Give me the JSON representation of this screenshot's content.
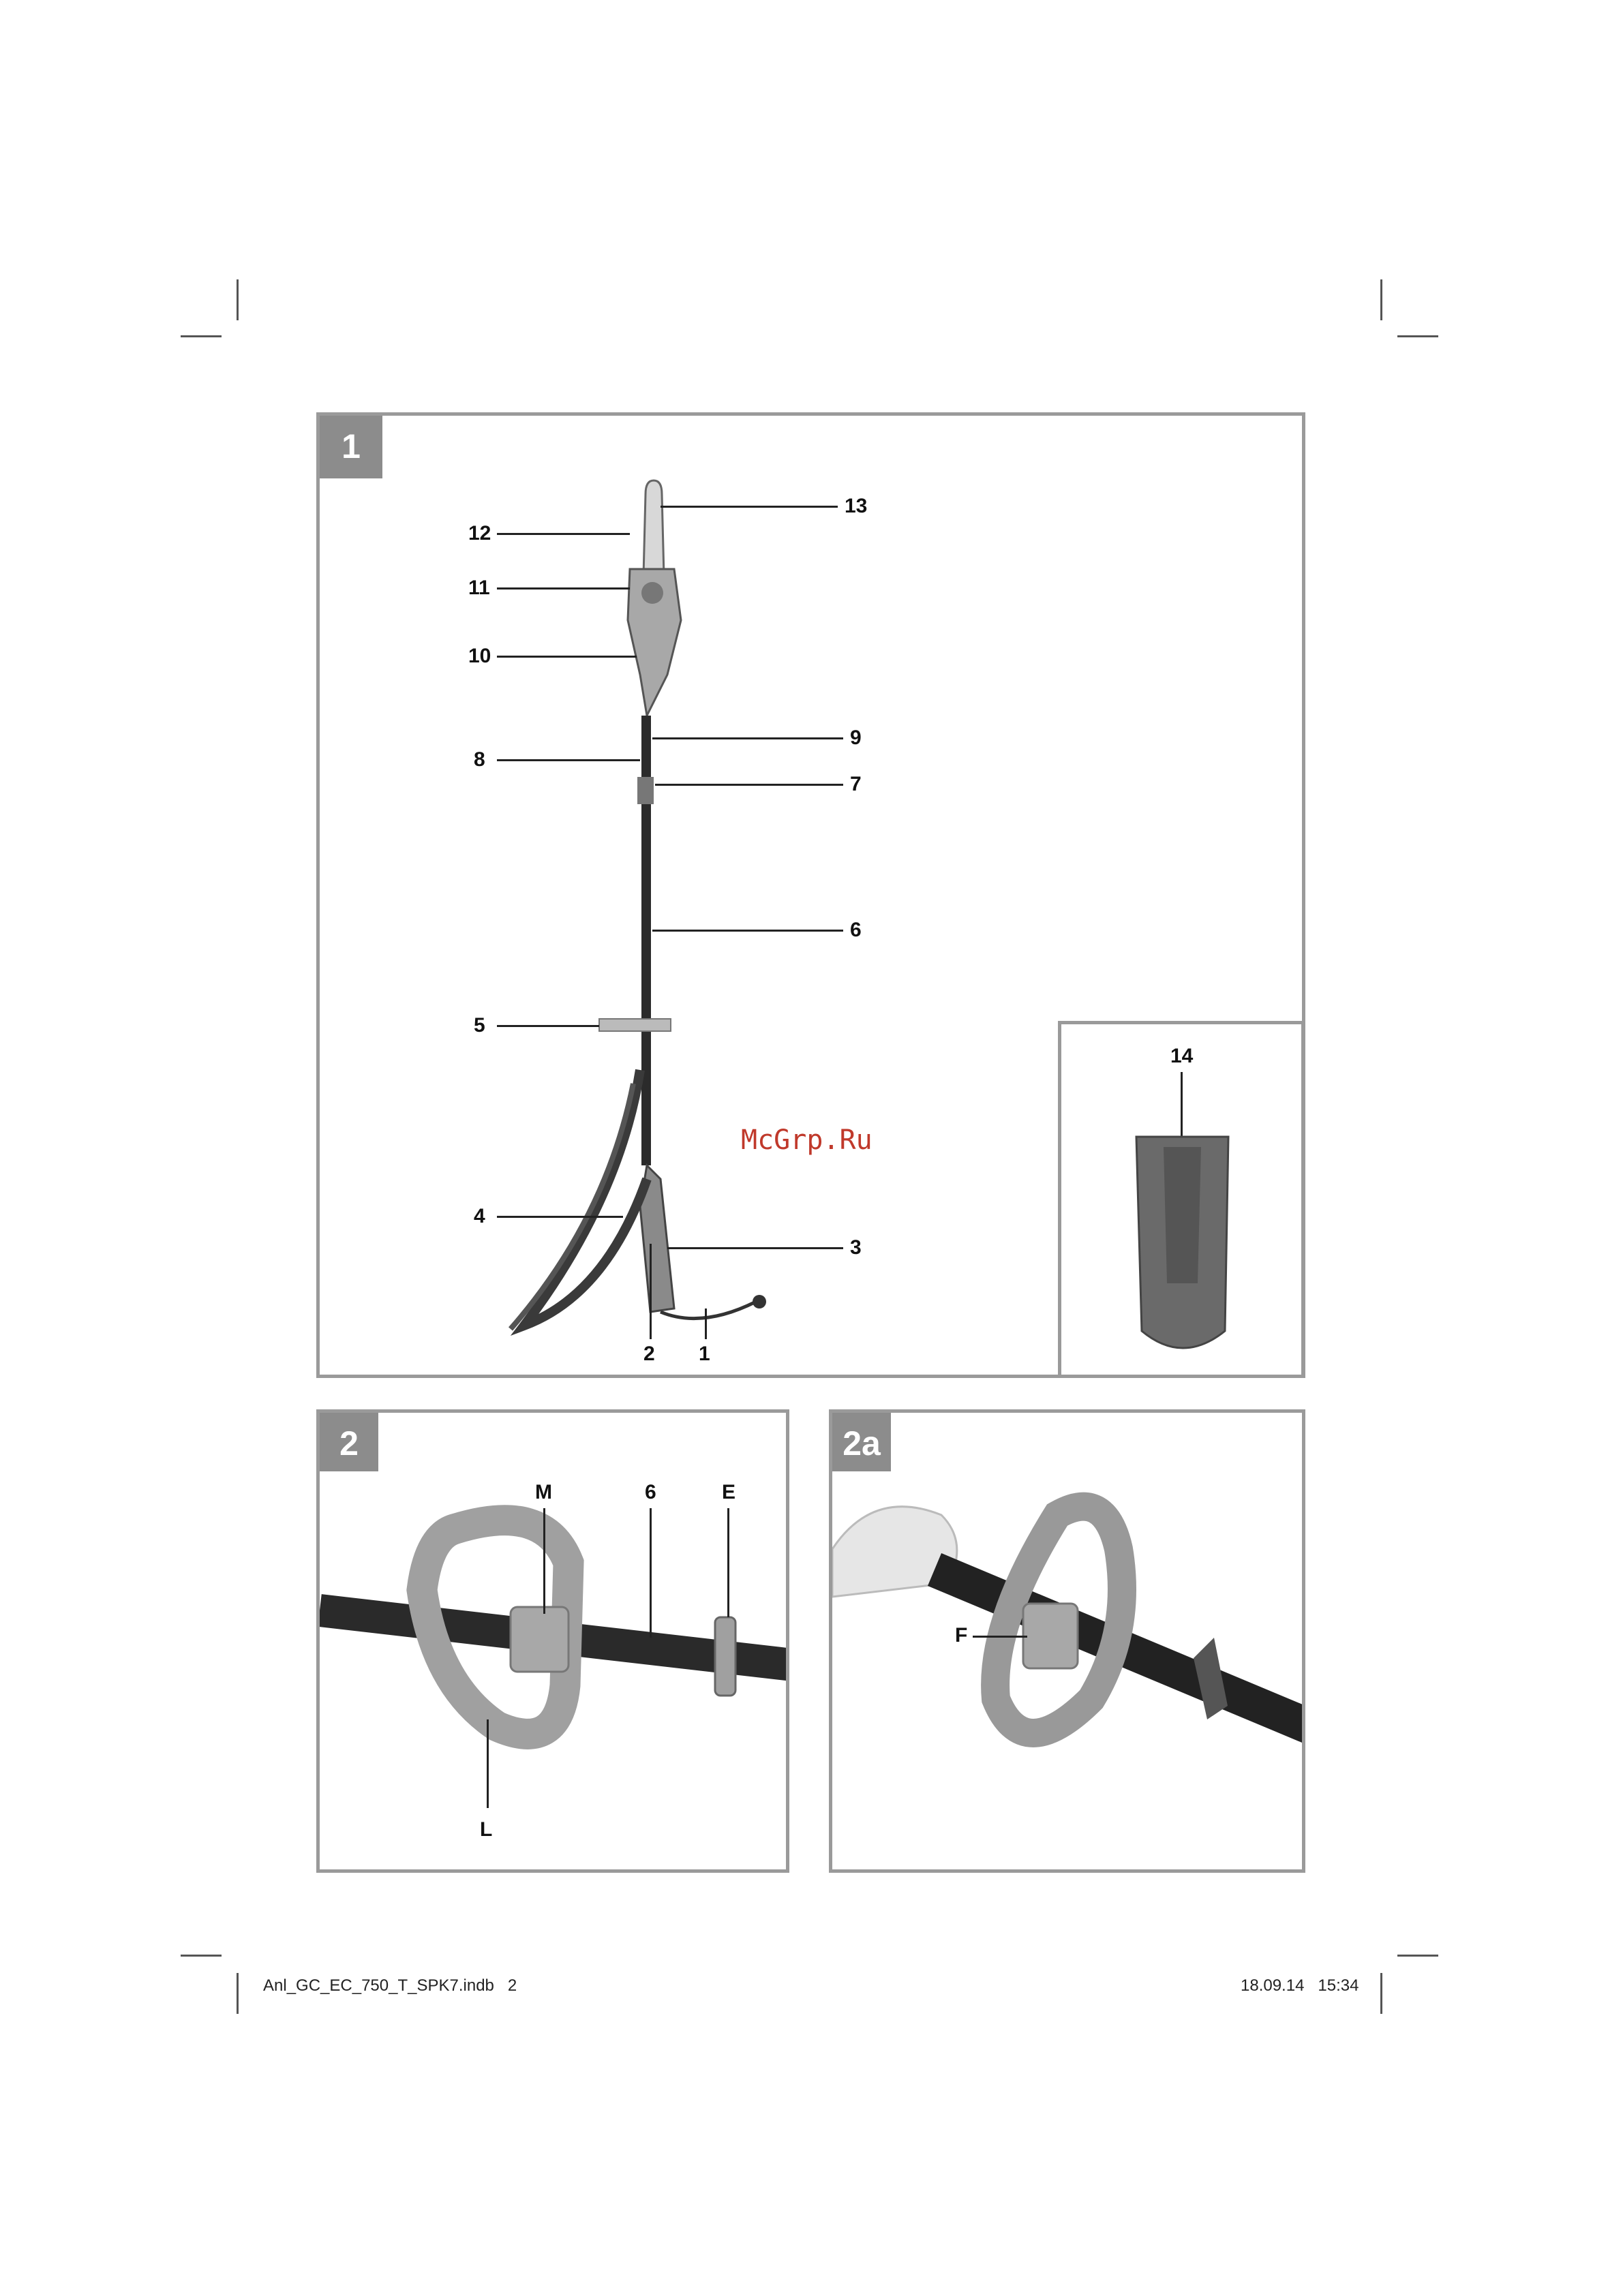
{
  "panels": {
    "main": {
      "label": "1"
    },
    "inset": {
      "callouts": {
        "c14": "14"
      }
    },
    "p2": {
      "label": "2"
    },
    "p2a": {
      "label": "2a"
    }
  },
  "main_callouts": {
    "c1": "1",
    "c2": "2",
    "c3": "3",
    "c4": "4",
    "c5": "5",
    "c6": "6",
    "c7": "7",
    "c8": "8",
    "c9": "9",
    "c10": "10",
    "c11": "11",
    "c12": "12",
    "c13": "13"
  },
  "p2_callouts": {
    "M": "M",
    "six": "6",
    "E": "E",
    "L": "L"
  },
  "p2a_callouts": {
    "F": "F"
  },
  "watermark": "McGrp.Ru",
  "footer": {
    "file": "Anl_GC_EC_750_T_SPK7.indb   2",
    "datetime": "18.09.14   15:34"
  }
}
